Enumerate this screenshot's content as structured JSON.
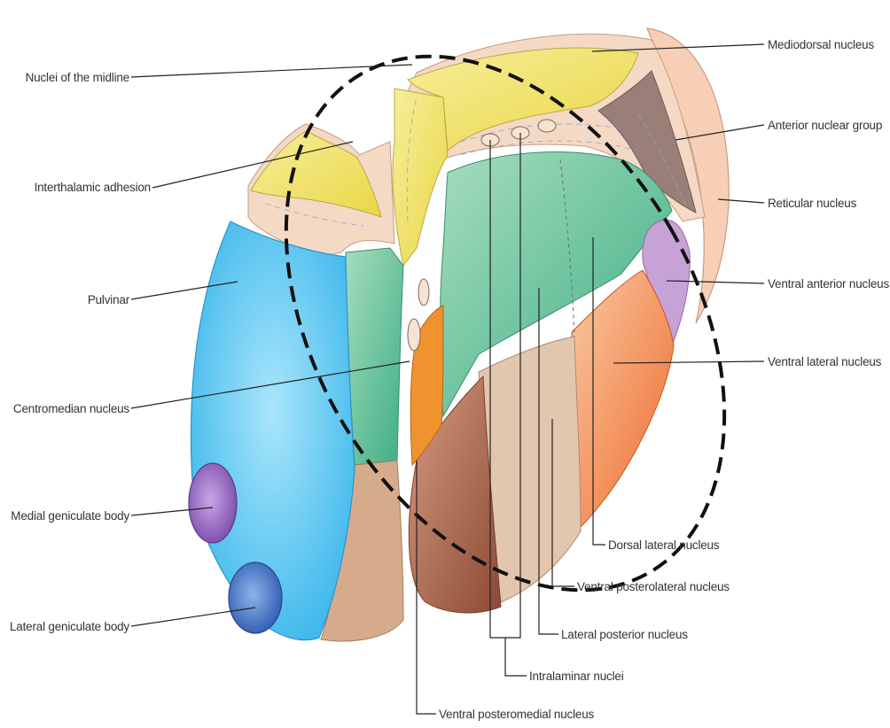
{
  "labels": {
    "nuclei_of_the_midline": "Nuclei of the midline",
    "interthalamic_adhesion": "Interthalamic adhesion",
    "pulvinar": "Pulvinar",
    "centromedian_nucleus": "Centromedian nucleus",
    "medial_geniculate_body": "Medial geniculate body",
    "lateral_geniculate_body": "Lateral geniculate body",
    "mediodorsal_nucleus": "Mediodorsal nucleus",
    "anterior_nuclear_group": "Anterior nuclear group",
    "reticular_nucleus": "Reticular nucleus",
    "ventral_anterior_nucleus": "Ventral anterior nucleus",
    "ventral_lateral_nucleus": "Ventral lateral nucleus",
    "dorsal_lateral_nucleus": "Dorsal lateral nucleus",
    "ventral_posterolateral_nucleus": "Ventral posterolateral nucleus",
    "lateral_posterior_nucleus": "Lateral posterior nucleus",
    "intralaminar_nuclei": "Intralaminar nuclei",
    "ventral_posteromedial_nucleus": "Ventral posteromedial nucleus"
  },
  "colors": {
    "pulvinar": "#7fd6f5",
    "mediodorsal": "#f5e67a",
    "anterior_group": "#9a7f78",
    "reticular": "#f8d6c2",
    "ventral_anterior": "#c6a2d6",
    "ventral_lateral": "#f5a878",
    "lateral_dorsal_lateral_posterior": "#7fc9a8",
    "ventral_posterolateral": "#e0c2a8",
    "ventral_posteromedial": "#b8735a",
    "centromedian": "#f0922e",
    "medial_geniculate": "#9b72c4",
    "lateral_geniculate": "#4e7dc7",
    "lamina": "#f3d8c2"
  }
}
